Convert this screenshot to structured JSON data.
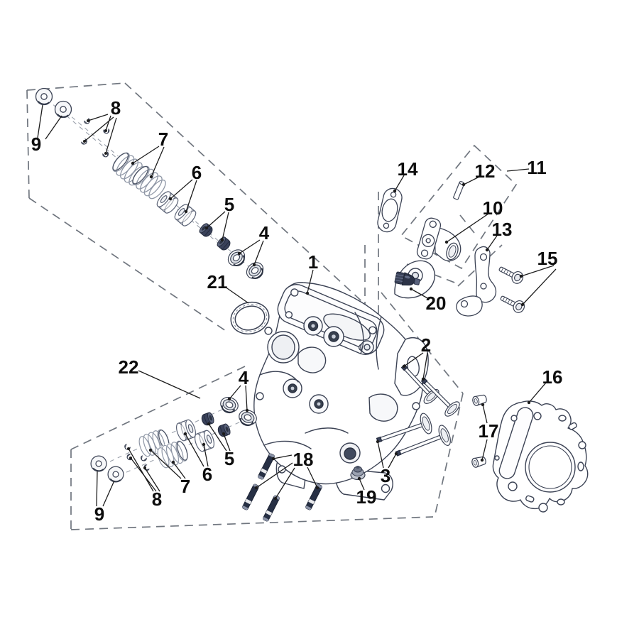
{
  "diagram": {
    "type": "exploded-parts-diagram",
    "callouts": [
      {
        "label": "1"
      },
      {
        "label": "2"
      },
      {
        "label": "3"
      },
      {
        "label": "4"
      },
      {
        "label": "4"
      },
      {
        "label": "5"
      },
      {
        "label": "5"
      },
      {
        "label": "6"
      },
      {
        "label": "6"
      },
      {
        "label": "7"
      },
      {
        "label": "7"
      },
      {
        "label": "8"
      },
      {
        "label": "8"
      },
      {
        "label": "9"
      },
      {
        "label": "9"
      },
      {
        "label": "10"
      },
      {
        "label": "11"
      },
      {
        "label": "12"
      },
      {
        "label": "13"
      },
      {
        "label": "14"
      },
      {
        "label": "15"
      },
      {
        "label": "16"
      },
      {
        "label": "17"
      },
      {
        "label": "18"
      },
      {
        "label": "19"
      },
      {
        "label": "20"
      },
      {
        "label": "21"
      },
      {
        "label": "22"
      }
    ],
    "colors": {
      "line": "#3b4254",
      "dark_fill": "#2e3547",
      "dash": "#70767f",
      "leader": "#1c1c1c",
      "shade": "#8f97a6",
      "background": "#ffffff"
    }
  }
}
